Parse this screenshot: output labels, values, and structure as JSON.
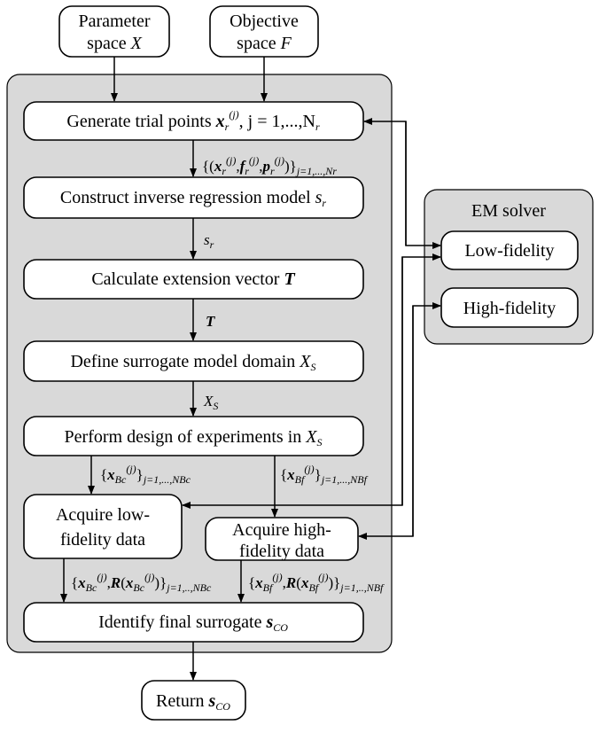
{
  "inputs": {
    "parameter_space": {
      "line1": "Parameter",
      "line2": "space ",
      "symbol": "X"
    },
    "objective_space": {
      "line1": "Objective",
      "line2": "space ",
      "symbol": "F"
    }
  },
  "steps": {
    "generate": {
      "text": "Generate trial points ",
      "x": "x",
      "sub_r": "r",
      "sup_j": "(j)",
      "range": ", j = 1,...,N",
      "range_sub": "r"
    },
    "construct": {
      "text": "Construct inverse regression model ",
      "s": "s",
      "sub": "r"
    },
    "calculate": {
      "text": "Calculate extension vector ",
      "T": "T"
    },
    "define": {
      "text": "Define surrogate model domain ",
      "X": "X",
      "sub": "S"
    },
    "perform": {
      "text": "Perform design of experiments in ",
      "X": "X",
      "sub": "S"
    },
    "acquire_low": {
      "line1": "Acquire low-",
      "line2": "fidelity data"
    },
    "acquire_high": {
      "line1": "Acquire high-",
      "line2": "fidelity data"
    },
    "identify": {
      "text": "Identify final surrogate ",
      "s": "s",
      "sub": "CO"
    }
  },
  "flow_labels": {
    "trial_data": "{(x_r^(j), f_r^(j), p_r^(j))} j=1,...,Nr",
    "s_r": "s_r",
    "T": "T",
    "X_S": "X_S",
    "bc_set": "{x_Bc^(j)} j=1,...,NBc",
    "bf_set": "{x_Bf^(j)} j=1,...,NBf",
    "bc_data": "{x_Bc^(j), R(x_Bc^(j))} j=1,...,NBc",
    "bf_data": "{x_Bf^(j), R(x_Bf^(j))} j=1,...,NBf"
  },
  "em_solver": {
    "title": "EM solver",
    "low": "Low-fidelity",
    "high": "High-fidelity"
  },
  "output": {
    "text": "Return ",
    "s": "s",
    "sub": "CO"
  }
}
